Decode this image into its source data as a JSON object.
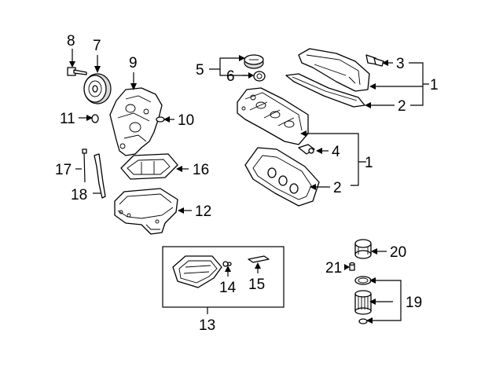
{
  "diagram": {
    "callouts": {
      "c1a": "1",
      "c1b": "1",
      "c2a": "2",
      "c2b": "2",
      "c3": "3",
      "c4": "4",
      "c5": "5",
      "c6": "6",
      "c7": "7",
      "c8": "8",
      "c9": "9",
      "c10": "10",
      "c11": "11",
      "c12": "12",
      "c13": "13",
      "c14": "14",
      "c15": "15",
      "c16": "16",
      "c17": "17",
      "c18": "18",
      "c19": "19",
      "c20": "20",
      "c21": "21"
    }
  }
}
